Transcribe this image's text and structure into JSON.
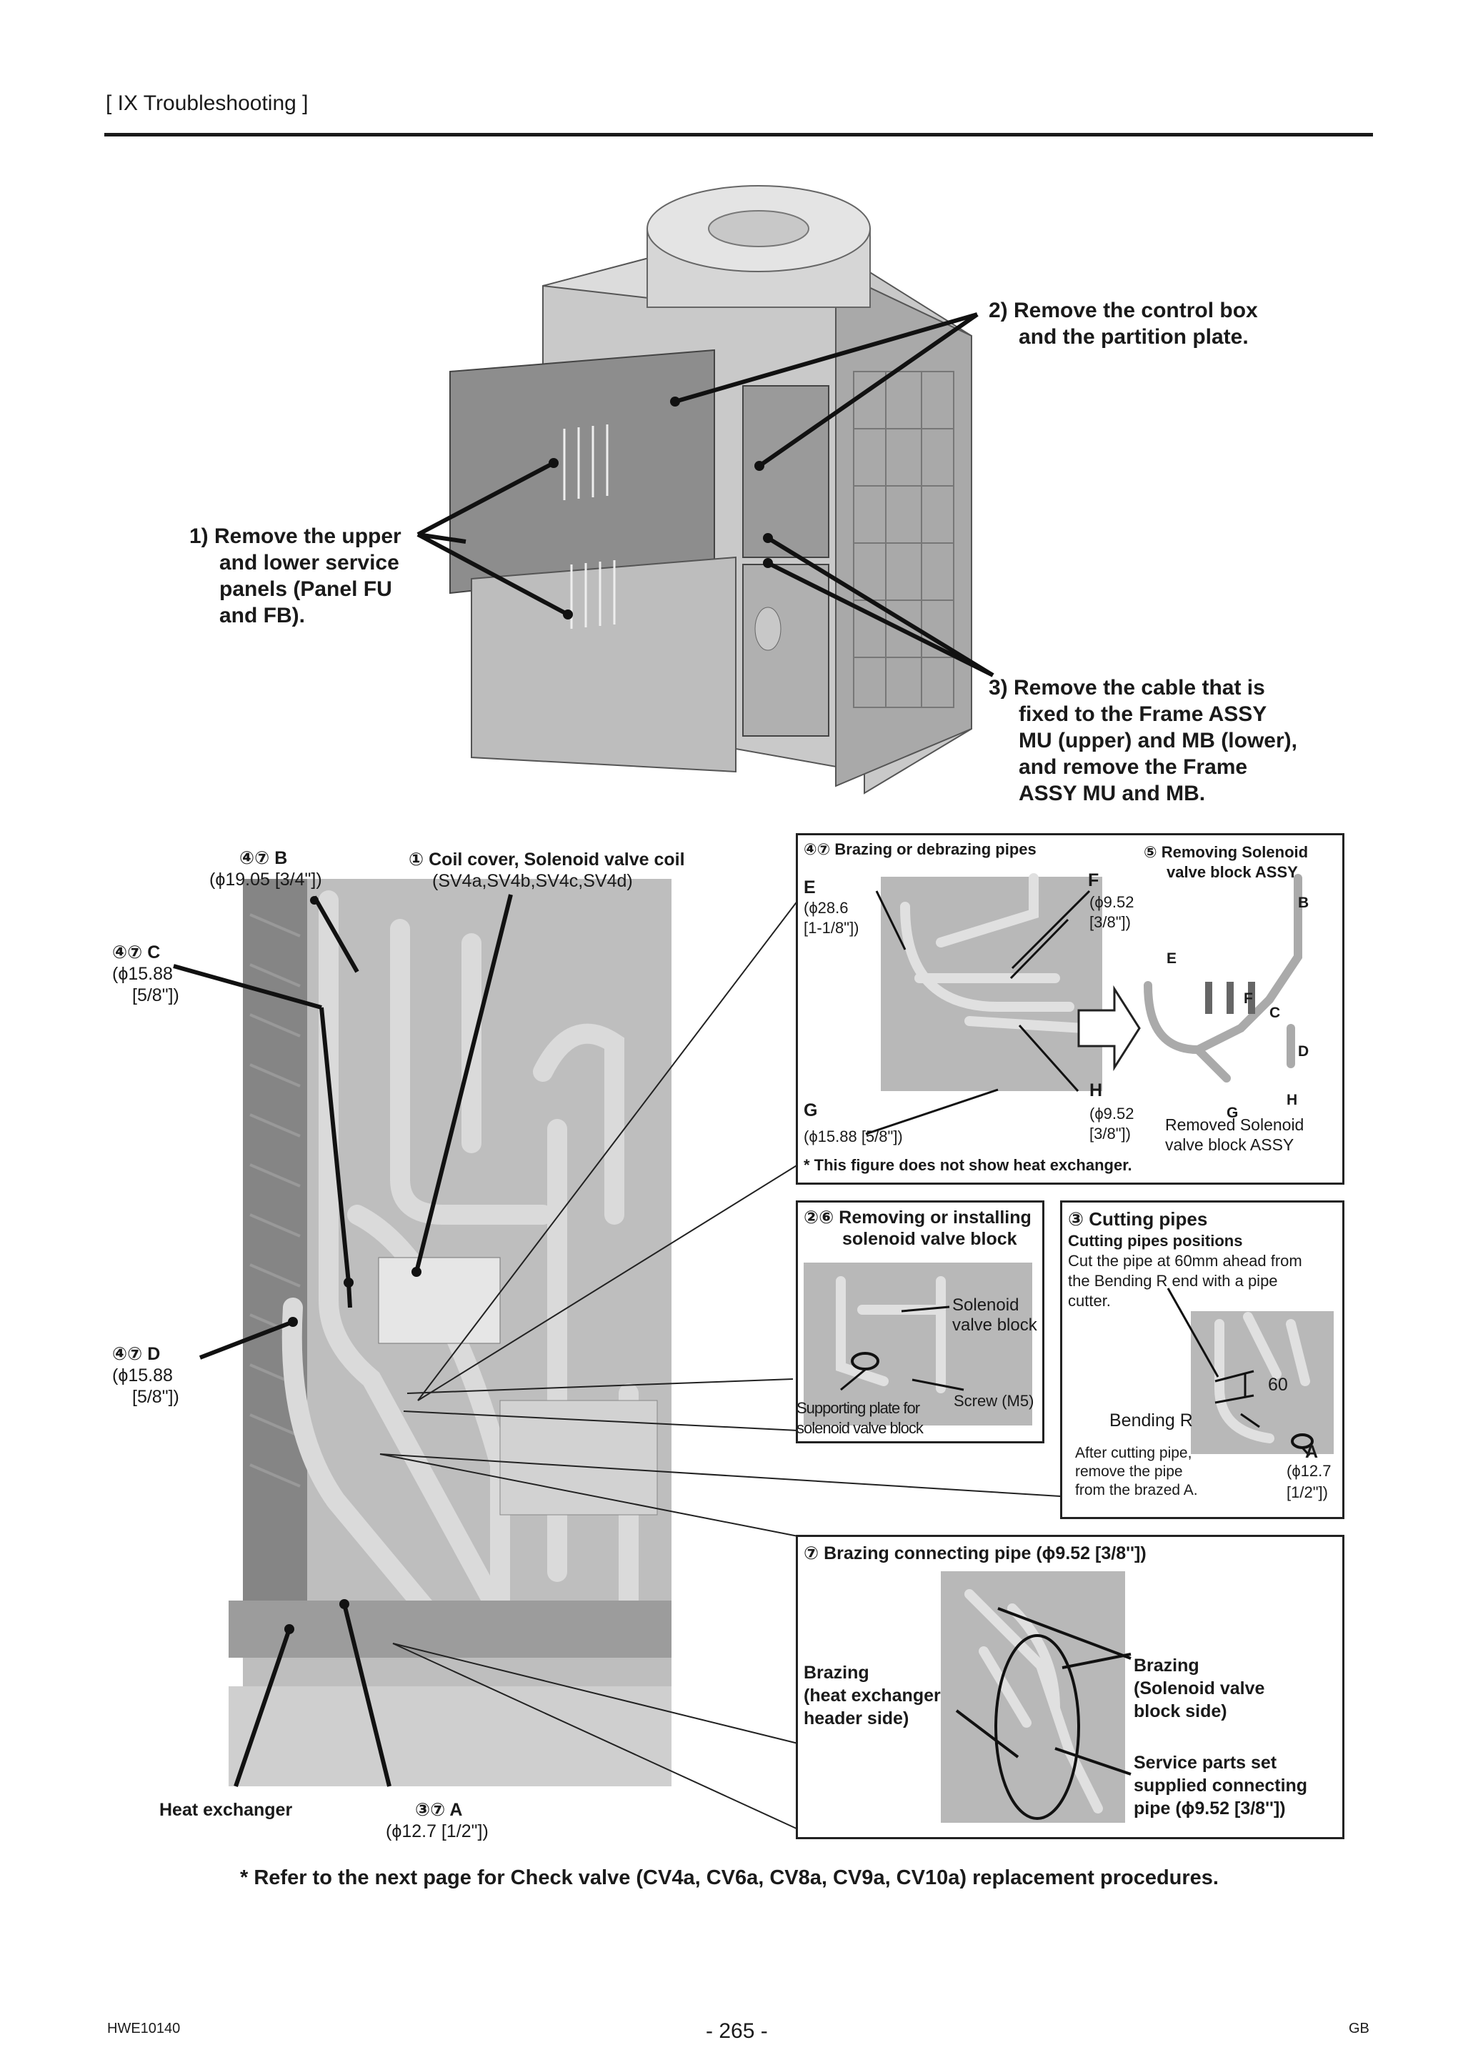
{
  "header": {
    "roman": "IX",
    "title": "[ IX Troubleshooting ]"
  },
  "steps": {
    "step1": [
      "1) Remove the upper",
      "and lower service",
      "panels (Panel FU",
      "and FB)."
    ],
    "step2": [
      "2) Remove the control box",
      "and the partition plate."
    ],
    "step3": [
      "3) Remove the cable that is",
      "fixed to the Frame ASSY",
      "MU (upper) and MB (lower),",
      "and remove the Frame",
      "ASSY MU and MB."
    ]
  },
  "left_labels": {
    "b_id": "④⑦ B",
    "b_size": "(ϕ19.05 [3/4\"])",
    "coil_title": "① Coil cover, Solenoid valve coil",
    "coil_sub": "(SV4a,SV4b,SV4c,SV4d)",
    "c_id": "④⑦ C",
    "c_size1": "(ϕ15.88",
    "c_size2": "[5/8\"])",
    "d_id": "④⑦ D",
    "d_size1": "(ϕ15.88",
    "d_size2": "[5/8\"])",
    "hx": "Heat exchanger",
    "a_id": "③⑦ A",
    "a_size": "(ϕ12.7 [1/2\"])"
  },
  "box_brazing": {
    "title": "④⑦ Brazing or debrazing pipes",
    "e": "E",
    "e_size1": "(ϕ28.6",
    "e_size2": "[1-1/8\"])",
    "f": "F",
    "f_size1": "(ϕ9.52",
    "f_size2": "[3/8\"])",
    "g": "G",
    "g_size": "(ϕ15.88 [5/8\"])",
    "h": "H",
    "h_size1": "(ϕ9.52",
    "h_size2": "[3/8\"])",
    "remove_title1": "⑤ Removing Solenoid",
    "remove_title2": "valve block ASSY",
    "pb": "B",
    "pe": "E",
    "pf": "F",
    "pc": "C",
    "pd": "D",
    "pg": "G",
    "ph": "H",
    "removed1": "Removed  Solenoid",
    "removed2": "valve block ASSY",
    "note": "* This figure does not show heat exchanger."
  },
  "box_install": {
    "title1": "②⑥ Removing or installing",
    "title2": "solenoid valve block",
    "svb1": "Solenoid",
    "svb2": "valve block",
    "screw": "Screw (M5)",
    "plate1": "Supporting plate for",
    "plate2": "solenoid valve block"
  },
  "box_cutting": {
    "title": "③ Cutting pipes",
    "subtitle": "Cutting pipes positions",
    "desc1": "Cut the pipe at 60mm ahead from",
    "desc2": "the Bending R end with a pipe",
    "desc3": "cutter.",
    "dim": "60",
    "bend": "Bending R",
    "after1": "After cutting pipe,",
    "after2": "remove the pipe",
    "after3": "from the brazed A.",
    "a": "A",
    "a_size1": "(ϕ12.7",
    "a_size2": "[1/2\"])"
  },
  "box_connect": {
    "title": "⑦ Brazing connecting pipe (ϕ9.52 [3/8''])",
    "hx1": "Brazing",
    "hx2": "(heat exchanger",
    "hx3": "header side)",
    "sv1": "Brazing",
    "sv2": "(Solenoid valve",
    "sv3": "block side)",
    "sp1": "Service parts set",
    "sp2": "supplied connecting",
    "sp3": "pipe (ϕ9.52 [3/8''])"
  },
  "bottom_note": "* Refer to the next page for Check valve (CV4a, CV6a, CV8a, CV9a, CV10a) replacement procedures.",
  "footer": {
    "doc_id": "HWE10140",
    "page": "- 265 -",
    "region": "GB"
  }
}
